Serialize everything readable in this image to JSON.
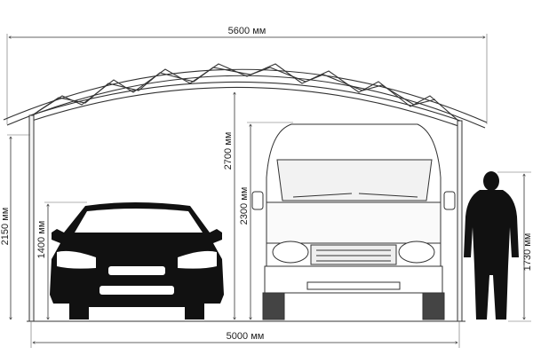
{
  "dimensions": {
    "total_roof_width": "5600 мм",
    "post_span": "5000 мм",
    "post_height": "2150 мм",
    "car_height": "1400 мм",
    "arch_height": "2700 мм",
    "van_height": "2300 мм",
    "person_height": "1730 мм"
  },
  "colors": {
    "line": "#333333",
    "silhouette": "#111111",
    "background": "#ffffff"
  },
  "figures": {
    "car": "car-front-silhouette",
    "van": "van-front-drawing",
    "person": "person-silhouette"
  }
}
